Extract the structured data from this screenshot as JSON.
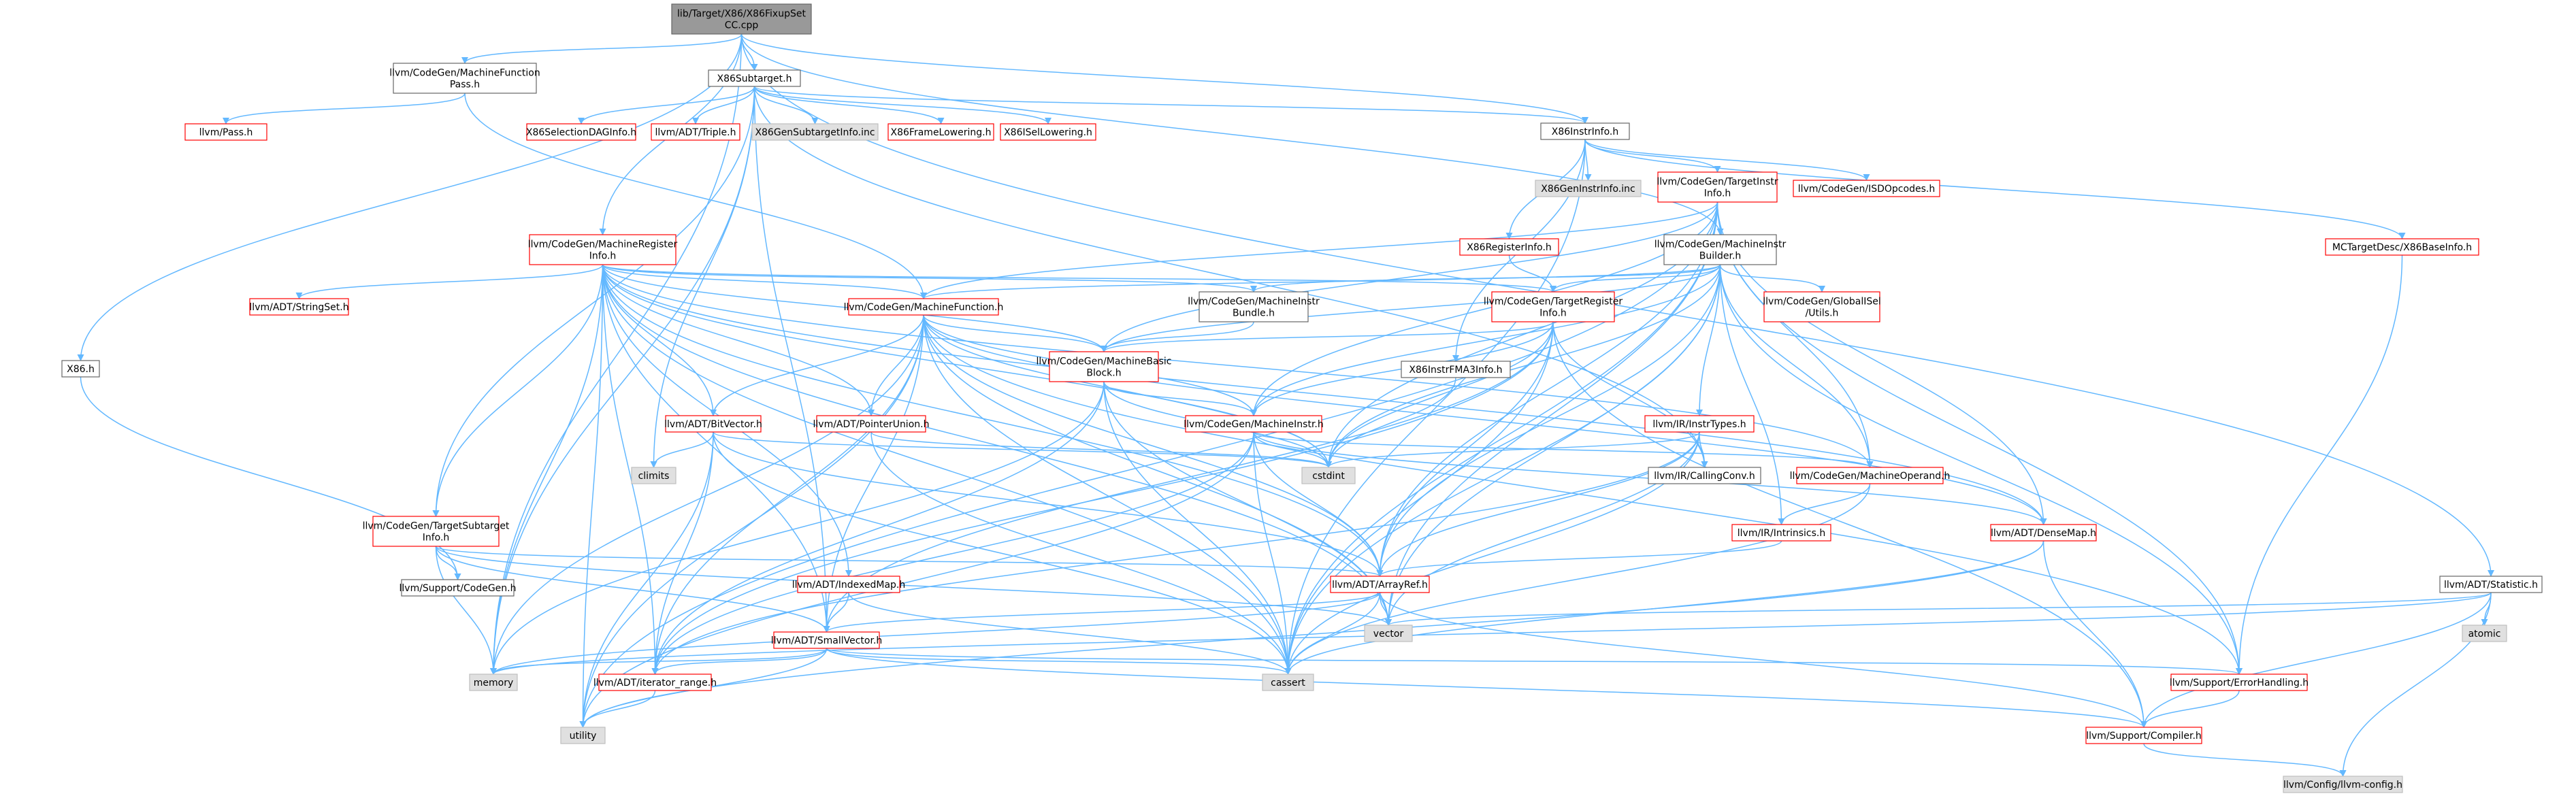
{
  "colors": {
    "edge": "#63b8ff",
    "node_border_default": "#666666",
    "node_border_missing": "#ff0000",
    "node_fill": "#ffffff",
    "node_fill_root": "#999999",
    "node_fill_external": "#e0e0e0",
    "text": "#000000"
  },
  "nodes": {
    "root": [
      "lib/Target/X86/X86FixupSet",
      "CC.cpp"
    ],
    "mfpass": [
      "llvm/CodeGen/MachineFunction",
      "Pass.h"
    ],
    "x86subtarget": [
      "X86Subtarget.h"
    ],
    "x86h": [
      "X86.h"
    ],
    "pass": [
      "llvm/Pass.h"
    ],
    "seldag": [
      "X86SelectionDAGInfo.h"
    ],
    "triple": [
      "llvm/ADT/Triple.h"
    ],
    "gensubtarget": [
      "X86GenSubtargetInfo.inc"
    ],
    "framelow": [
      "X86FrameLowering.h"
    ],
    "isellow": [
      "X86ISelLowering.h"
    ],
    "instrinfo": [
      "X86InstrInfo.h"
    ],
    "geninstr": [
      "X86GenInstrInfo.inc"
    ],
    "targetinstr": [
      "llvm/CodeGen/TargetInstr",
      "Info.h"
    ],
    "isdopcodes": [
      "llvm/CodeGen/ISDOpcodes.h"
    ],
    "basicinfo": [
      "MCTargetDesc/X86BaseInfo.h"
    ],
    "statistic": [
      "llvm/ADT/Statistic.h"
    ],
    "reginfo": [
      "llvm/CodeGen/MachineRegister",
      "Info.h"
    ],
    "stringset": [
      "llvm/ADT/StringSet.h"
    ],
    "mfunction": [
      "llvm/CodeGen/MachineFunction.h"
    ],
    "mibundle": [
      "llvm/CodeGen/MachineInstr",
      "Bundle.h"
    ],
    "x86reginfo": [
      "X86RegisterInfo.h"
    ],
    "mibuilder": [
      "llvm/CodeGen/MachineInstr",
      "Builder.h"
    ],
    "targetreg": [
      "llvm/CodeGen/TargetRegister",
      "Info.h"
    ],
    "globalisel": [
      "llvm/CodeGen/GlobalISel",
      "/Utils.h"
    ],
    "mbasicblock": [
      "llvm/CodeGen/MachineBasic",
      "Block.h"
    ],
    "fma3": [
      "X86InstrFMA3Info.h"
    ],
    "bitvector": [
      "llvm/ADT/BitVector.h"
    ],
    "pointerunion": [
      "llvm/ADT/PointerUnion.h"
    ],
    "minstr": [
      "llvm/CodeGen/MachineInstr.h"
    ],
    "instrtypes": [
      "llvm/IR/InstrTypes.h"
    ],
    "climits": [
      "climits"
    ],
    "cstdint": [
      "cstdint"
    ],
    "callingconv": [
      "llvm/IR/CallingConv.h"
    ],
    "moperand": [
      "llvm/CodeGen/MachineOperand.h"
    ],
    "tsubtarget": [
      "llvm/CodeGen/TargetSubtarget",
      "Info.h"
    ],
    "intrinsics": [
      "llvm/IR/Intrinsics.h"
    ],
    "densemap": [
      "llvm/ADT/DenseMap.h"
    ],
    "indexedmap": [
      "llvm/ADT/IndexedMap.h"
    ],
    "arrayref": [
      "llvm/ADT/ArrayRef.h"
    ],
    "supportcg": [
      "llvm/Support/CodeGen.h"
    ],
    "vector": [
      "vector"
    ],
    "atomic": [
      "atomic"
    ],
    "smallvector": [
      "llvm/ADT/SmallVector.h"
    ],
    "memory": [
      "memory"
    ],
    "iterrange": [
      "llvm/ADT/iterator_range.h"
    ],
    "cassert": [
      "cassert"
    ],
    "errhandling": [
      "llvm/Support/ErrorHandling.h"
    ],
    "utility": [
      "utility"
    ],
    "compiler": [
      "llvm/Support/Compiler.h"
    ],
    "config": [
      "llvm/Config/llvm-config.h"
    ]
  },
  "node_kinds": {
    "root": "root",
    "mfpass": "default",
    "x86subtarget": "default",
    "x86h": "default",
    "pass": "missing",
    "seldag": "missing",
    "triple": "missing",
    "gensubtarget": "external",
    "framelow": "missing",
    "isellow": "missing",
    "instrinfo": "default",
    "geninstr": "external",
    "targetinstr": "missing",
    "isdopcodes": "missing",
    "basicinfo": "missing",
    "statistic": "default",
    "reginfo": "missing",
    "stringset": "missing",
    "mfunction": "missing",
    "mibundle": "default",
    "x86reginfo": "missing",
    "mibuilder": "default",
    "targetreg": "missing",
    "globalisel": "missing",
    "mbasicblock": "missing",
    "fma3": "default",
    "bitvector": "missing",
    "pointerunion": "missing",
    "minstr": "missing",
    "instrtypes": "missing",
    "climits": "external",
    "cstdint": "external",
    "callingconv": "default",
    "moperand": "missing",
    "tsubtarget": "missing",
    "intrinsics": "missing",
    "densemap": "missing",
    "indexedmap": "missing",
    "arrayref": "missing",
    "supportcg": "default",
    "vector": "external",
    "atomic": "external",
    "smallvector": "missing",
    "memory": "external",
    "iterrange": "missing",
    "cassert": "external",
    "errhandling": "missing",
    "utility": "external",
    "compiler": "missing",
    "config": "external"
  },
  "edges": [
    [
      "root",
      "mfpass"
    ],
    [
      "root",
      "x86subtarget"
    ],
    [
      "root",
      "x86h"
    ],
    [
      "root",
      "instrinfo"
    ],
    [
      "root",
      "reginfo"
    ],
    [
      "root",
      "mibuilder"
    ],
    [
      "root",
      "statistic"
    ],
    [
      "root",
      "memory"
    ],
    [
      "mfpass",
      "pass"
    ],
    [
      "mfpass",
      "mfunction"
    ],
    [
      "x86subtarget",
      "seldag"
    ],
    [
      "x86subtarget",
      "triple"
    ],
    [
      "x86subtarget",
      "gensubtarget"
    ],
    [
      "x86subtarget",
      "framelow"
    ],
    [
      "x86subtarget",
      "isellow"
    ],
    [
      "x86subtarget",
      "instrinfo"
    ],
    [
      "x86subtarget",
      "tsubtarget"
    ],
    [
      "x86subtarget",
      "climits"
    ],
    [
      "x86subtarget",
      "memory"
    ],
    [
      "x86subtarget",
      "callingconv"
    ],
    [
      "x86subtarget",
      "smallvector"
    ],
    [
      "x86h",
      "supportcg"
    ],
    [
      "instrinfo",
      "geninstr"
    ],
    [
      "instrinfo",
      "targetinstr"
    ],
    [
      "instrinfo",
      "isdopcodes"
    ],
    [
      "instrinfo",
      "basicinfo"
    ],
    [
      "instrinfo",
      "x86reginfo"
    ],
    [
      "instrinfo",
      "fma3"
    ],
    [
      "instrinfo",
      "cassert"
    ],
    [
      "targetinstr",
      "mfunction"
    ],
    [
      "targetinstr",
      "mbasicblock"
    ],
    [
      "targetinstr",
      "minstr"
    ],
    [
      "targetinstr",
      "moperand"
    ],
    [
      "targetinstr",
      "densemap"
    ],
    [
      "targetinstr",
      "arrayref"
    ],
    [
      "targetinstr",
      "cstdint"
    ],
    [
      "targetinstr",
      "vector"
    ],
    [
      "targetinstr",
      "cassert"
    ],
    [
      "targetinstr",
      "errhandling"
    ],
    [
      "targetinstr",
      "utility"
    ],
    [
      "targetinstr",
      "mibuilder"
    ],
    [
      "basicinfo",
      "errhandling"
    ],
    [
      "statistic",
      "atomic"
    ],
    [
      "statistic",
      "vector"
    ],
    [
      "statistic",
      "memory"
    ],
    [
      "statistic",
      "compiler"
    ],
    [
      "statistic",
      "config"
    ],
    [
      "x86reginfo",
      "targetreg"
    ],
    [
      "mibuilder",
      "globalisel"
    ],
    [
      "mibuilder",
      "mibundle"
    ],
    [
      "mibuilder",
      "targetreg"
    ],
    [
      "mibuilder",
      "mfunction"
    ],
    [
      "mibuilder",
      "mbasicblock"
    ],
    [
      "mibuilder",
      "minstr"
    ],
    [
      "mibuilder",
      "moperand"
    ],
    [
      "mibuilder",
      "instrtypes"
    ],
    [
      "mibuilder",
      "intrinsics"
    ],
    [
      "mibuilder",
      "arrayref"
    ],
    [
      "mibuilder",
      "cstdint"
    ],
    [
      "mibuilder",
      "errhandling"
    ],
    [
      "mibuilder",
      "cassert"
    ],
    [
      "mibuilder",
      "vector"
    ],
    [
      "reginfo",
      "stringset"
    ],
    [
      "reginfo",
      "mfunction"
    ],
    [
      "reginfo",
      "mibundle"
    ],
    [
      "reginfo",
      "targetreg"
    ],
    [
      "reginfo",
      "mbasicblock"
    ],
    [
      "reginfo",
      "bitvector"
    ],
    [
      "reginfo",
      "pointerunion"
    ],
    [
      "reginfo",
      "indexedmap"
    ],
    [
      "reginfo",
      "tsubtarget"
    ],
    [
      "reginfo",
      "moperand"
    ],
    [
      "reginfo",
      "densemap"
    ],
    [
      "reginfo",
      "arrayref"
    ],
    [
      "reginfo",
      "smallvector"
    ],
    [
      "reginfo",
      "iterrange"
    ],
    [
      "reginfo",
      "memory"
    ],
    [
      "reginfo",
      "vector"
    ],
    [
      "reginfo",
      "utility"
    ],
    [
      "reginfo",
      "cassert"
    ],
    [
      "reginfo",
      "cstdint"
    ],
    [
      "mfunction",
      "bitvector"
    ],
    [
      "mfunction",
      "pointerunion"
    ],
    [
      "mfunction",
      "mbasicblock"
    ],
    [
      "mfunction",
      "minstr"
    ],
    [
      "mfunction",
      "arrayref"
    ],
    [
      "mfunction",
      "smallvector"
    ],
    [
      "mfunction",
      "densemap"
    ],
    [
      "mfunction",
      "iterrange"
    ],
    [
      "mfunction",
      "cassert"
    ],
    [
      "mfunction",
      "cstdint"
    ],
    [
      "mfunction",
      "memory"
    ],
    [
      "mfunction",
      "utility"
    ],
    [
      "mfunction",
      "vector"
    ],
    [
      "mfunction",
      "errhandling"
    ],
    [
      "mibundle",
      "mbasicblock"
    ],
    [
      "targetreg",
      "mbasicblock"
    ],
    [
      "targetreg",
      "arrayref"
    ],
    [
      "targetreg",
      "smallvector"
    ],
    [
      "targetreg",
      "iterrange"
    ],
    [
      "targetreg",
      "cstdint"
    ],
    [
      "targetreg",
      "cassert"
    ],
    [
      "targetreg",
      "compiler"
    ],
    [
      "targetreg",
      "callingconv"
    ],
    [
      "targetreg",
      "minstr"
    ],
    [
      "mbasicblock",
      "minstr"
    ],
    [
      "mbasicblock",
      "iterrange"
    ],
    [
      "mbasicblock",
      "cassert"
    ],
    [
      "mbasicblock",
      "vector"
    ],
    [
      "mbasicblock",
      "cstdint"
    ],
    [
      "mbasicblock",
      "memory"
    ],
    [
      "minstr",
      "moperand"
    ],
    [
      "minstr",
      "densemap"
    ],
    [
      "minstr",
      "arrayref"
    ],
    [
      "minstr",
      "iterrange"
    ],
    [
      "minstr",
      "cassert"
    ],
    [
      "minstr",
      "cstdint"
    ],
    [
      "minstr",
      "utility"
    ],
    [
      "fma3",
      "cstdint"
    ],
    [
      "bitvector",
      "arrayref"
    ],
    [
      "bitvector",
      "iterrange"
    ],
    [
      "bitvector",
      "climits"
    ],
    [
      "bitvector",
      "cassert"
    ],
    [
      "bitvector",
      "cstdint"
    ],
    [
      "bitvector",
      "utility"
    ],
    [
      "pointerunion",
      "cassert"
    ],
    [
      "pointerunion",
      "cstdint"
    ],
    [
      "instrtypes",
      "arrayref"
    ],
    [
      "instrtypes",
      "callingconv"
    ],
    [
      "instrtypes",
      "iterrange"
    ],
    [
      "instrtypes",
      "cstdint"
    ],
    [
      "instrtypes",
      "vector"
    ],
    [
      "instrtypes",
      "cassert"
    ],
    [
      "moperand",
      "intrinsics"
    ],
    [
      "moperand",
      "cassert"
    ],
    [
      "tsubtarget",
      "arrayref"
    ],
    [
      "tsubtarget",
      "smallvector"
    ],
    [
      "tsubtarget",
      "supportcg"
    ],
    [
      "tsubtarget",
      "memory"
    ],
    [
      "tsubtarget",
      "vector"
    ],
    [
      "intrinsics",
      "arrayref"
    ],
    [
      "densemap",
      "compiler"
    ],
    [
      "densemap",
      "cassert"
    ],
    [
      "densemap",
      "utility"
    ],
    [
      "indexedmap",
      "smallvector"
    ],
    [
      "indexedmap",
      "cassert"
    ],
    [
      "arrayref",
      "smallvector"
    ],
    [
      "arrayref",
      "compiler"
    ],
    [
      "arrayref",
      "cassert"
    ],
    [
      "arrayref",
      "vector"
    ],
    [
      "arrayref",
      "memory"
    ],
    [
      "smallvector",
      "compiler"
    ],
    [
      "smallvector",
      "memory"
    ],
    [
      "smallvector",
      "utility"
    ],
    [
      "smallvector",
      "cassert"
    ],
    [
      "smallvector",
      "errhandling"
    ],
    [
      "smallvector",
      "iterrange"
    ],
    [
      "iterrange",
      "utility"
    ],
    [
      "errhandling",
      "compiler"
    ],
    [
      "compiler",
      "config"
    ]
  ]
}
